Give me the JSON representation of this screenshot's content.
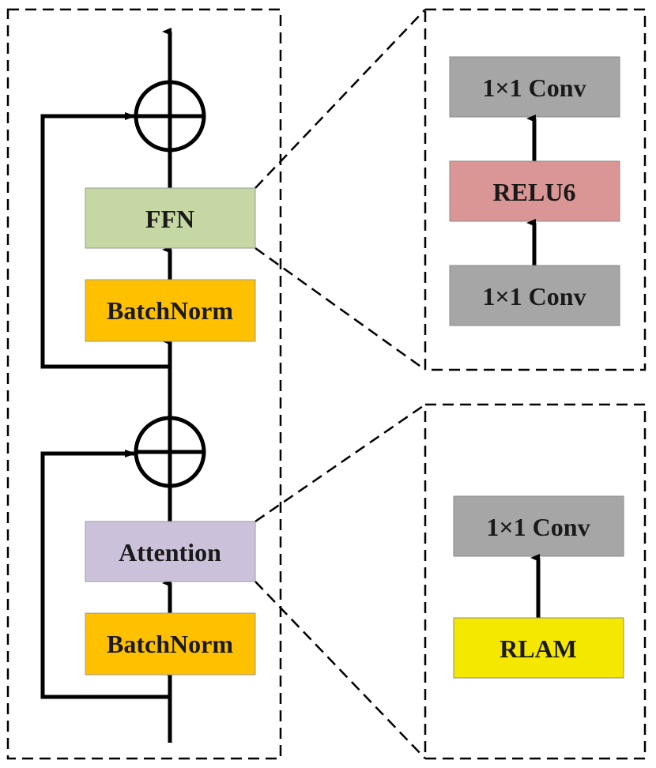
{
  "blocks": {
    "ffn": {
      "label": "FFN",
      "color": "#c5d8a4"
    },
    "batchnorm_top": {
      "label": "BatchNorm",
      "color": "#ffc000"
    },
    "attention": {
      "label": "Attention",
      "color": "#ccc1da"
    },
    "batchnorm_bottom": {
      "label": "BatchNorm",
      "color": "#ffc000"
    }
  },
  "ffn_detail": {
    "conv_top": {
      "label": "1×1 Conv",
      "color": "#a6a6a6"
    },
    "relu": {
      "label": "RELU6",
      "color": "#da9694"
    },
    "conv_bottom": {
      "label": "1×1 Conv",
      "color": "#a6a6a6"
    }
  },
  "attention_detail": {
    "conv": {
      "label": "1×1 Conv",
      "color": "#a6a6a6"
    },
    "rlam": {
      "label": "RLAM",
      "color": "#f5e800"
    }
  }
}
